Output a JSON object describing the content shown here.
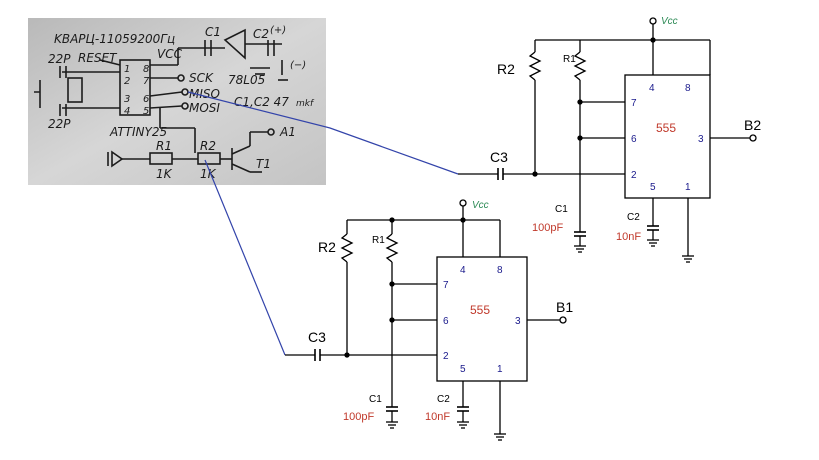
{
  "photo": {
    "title": "KBAPЦ-11059200Гц",
    "c22p_top": "22P",
    "reset": "RESET",
    "vcc": "VCC",
    "c1": "C1",
    "c2": "C2",
    "plus": "(+)",
    "minus": "(−)",
    "pin8": "8",
    "pin7": "7",
    "pin6": "6",
    "pin5": "5",
    "pin3": "3",
    "pin4": "4",
    "pin2": "2",
    "pin1": "1",
    "sck": "SCK",
    "reg": "78L05",
    "miso": "MISO",
    "mosi": "MOSI",
    "cap_note": "C1,C2 47",
    "cap_unit": "mkf",
    "c22p_bottom": "22P",
    "chip": "ATTINY25",
    "r1": "R1",
    "r2": "R2",
    "r1_val": "1K",
    "r2_val": "1K",
    "a1": "A1",
    "t1": "T1"
  },
  "top_circuit": {
    "vcc": "Vcc",
    "r2": "R2",
    "r1": "R1",
    "c3": "C3",
    "c1": "C1",
    "c1_val": "100pF",
    "c2": "C2",
    "c2_val": "10nF",
    "chip": "555",
    "pin4": "4",
    "pin8": "8",
    "pin7": "7",
    "pin6": "6",
    "pin3": "3",
    "pin2": "2",
    "pin5": "5",
    "pin1": "1",
    "out": "B2"
  },
  "bottom_circuit": {
    "vcc": "Vcc",
    "r2": "R2",
    "r1": "R1",
    "c3": "C3",
    "c1": "C1",
    "c1_val": "100pF",
    "c2": "C2",
    "c2_val": "10nF",
    "chip": "555",
    "pin4": "4",
    "pin8": "8",
    "pin7": "7",
    "pin6": "6",
    "pin3": "3",
    "pin2": "2",
    "pin5": "5",
    "pin1": "1",
    "out": "B1"
  },
  "colors": {
    "wire": "#000000",
    "pin_label": "#1a1a8c",
    "value_label": "#c0392b",
    "vcc_label": "#2e8b57",
    "link_line": "#3344aa",
    "photo_bg": "#c8c8c8"
  }
}
